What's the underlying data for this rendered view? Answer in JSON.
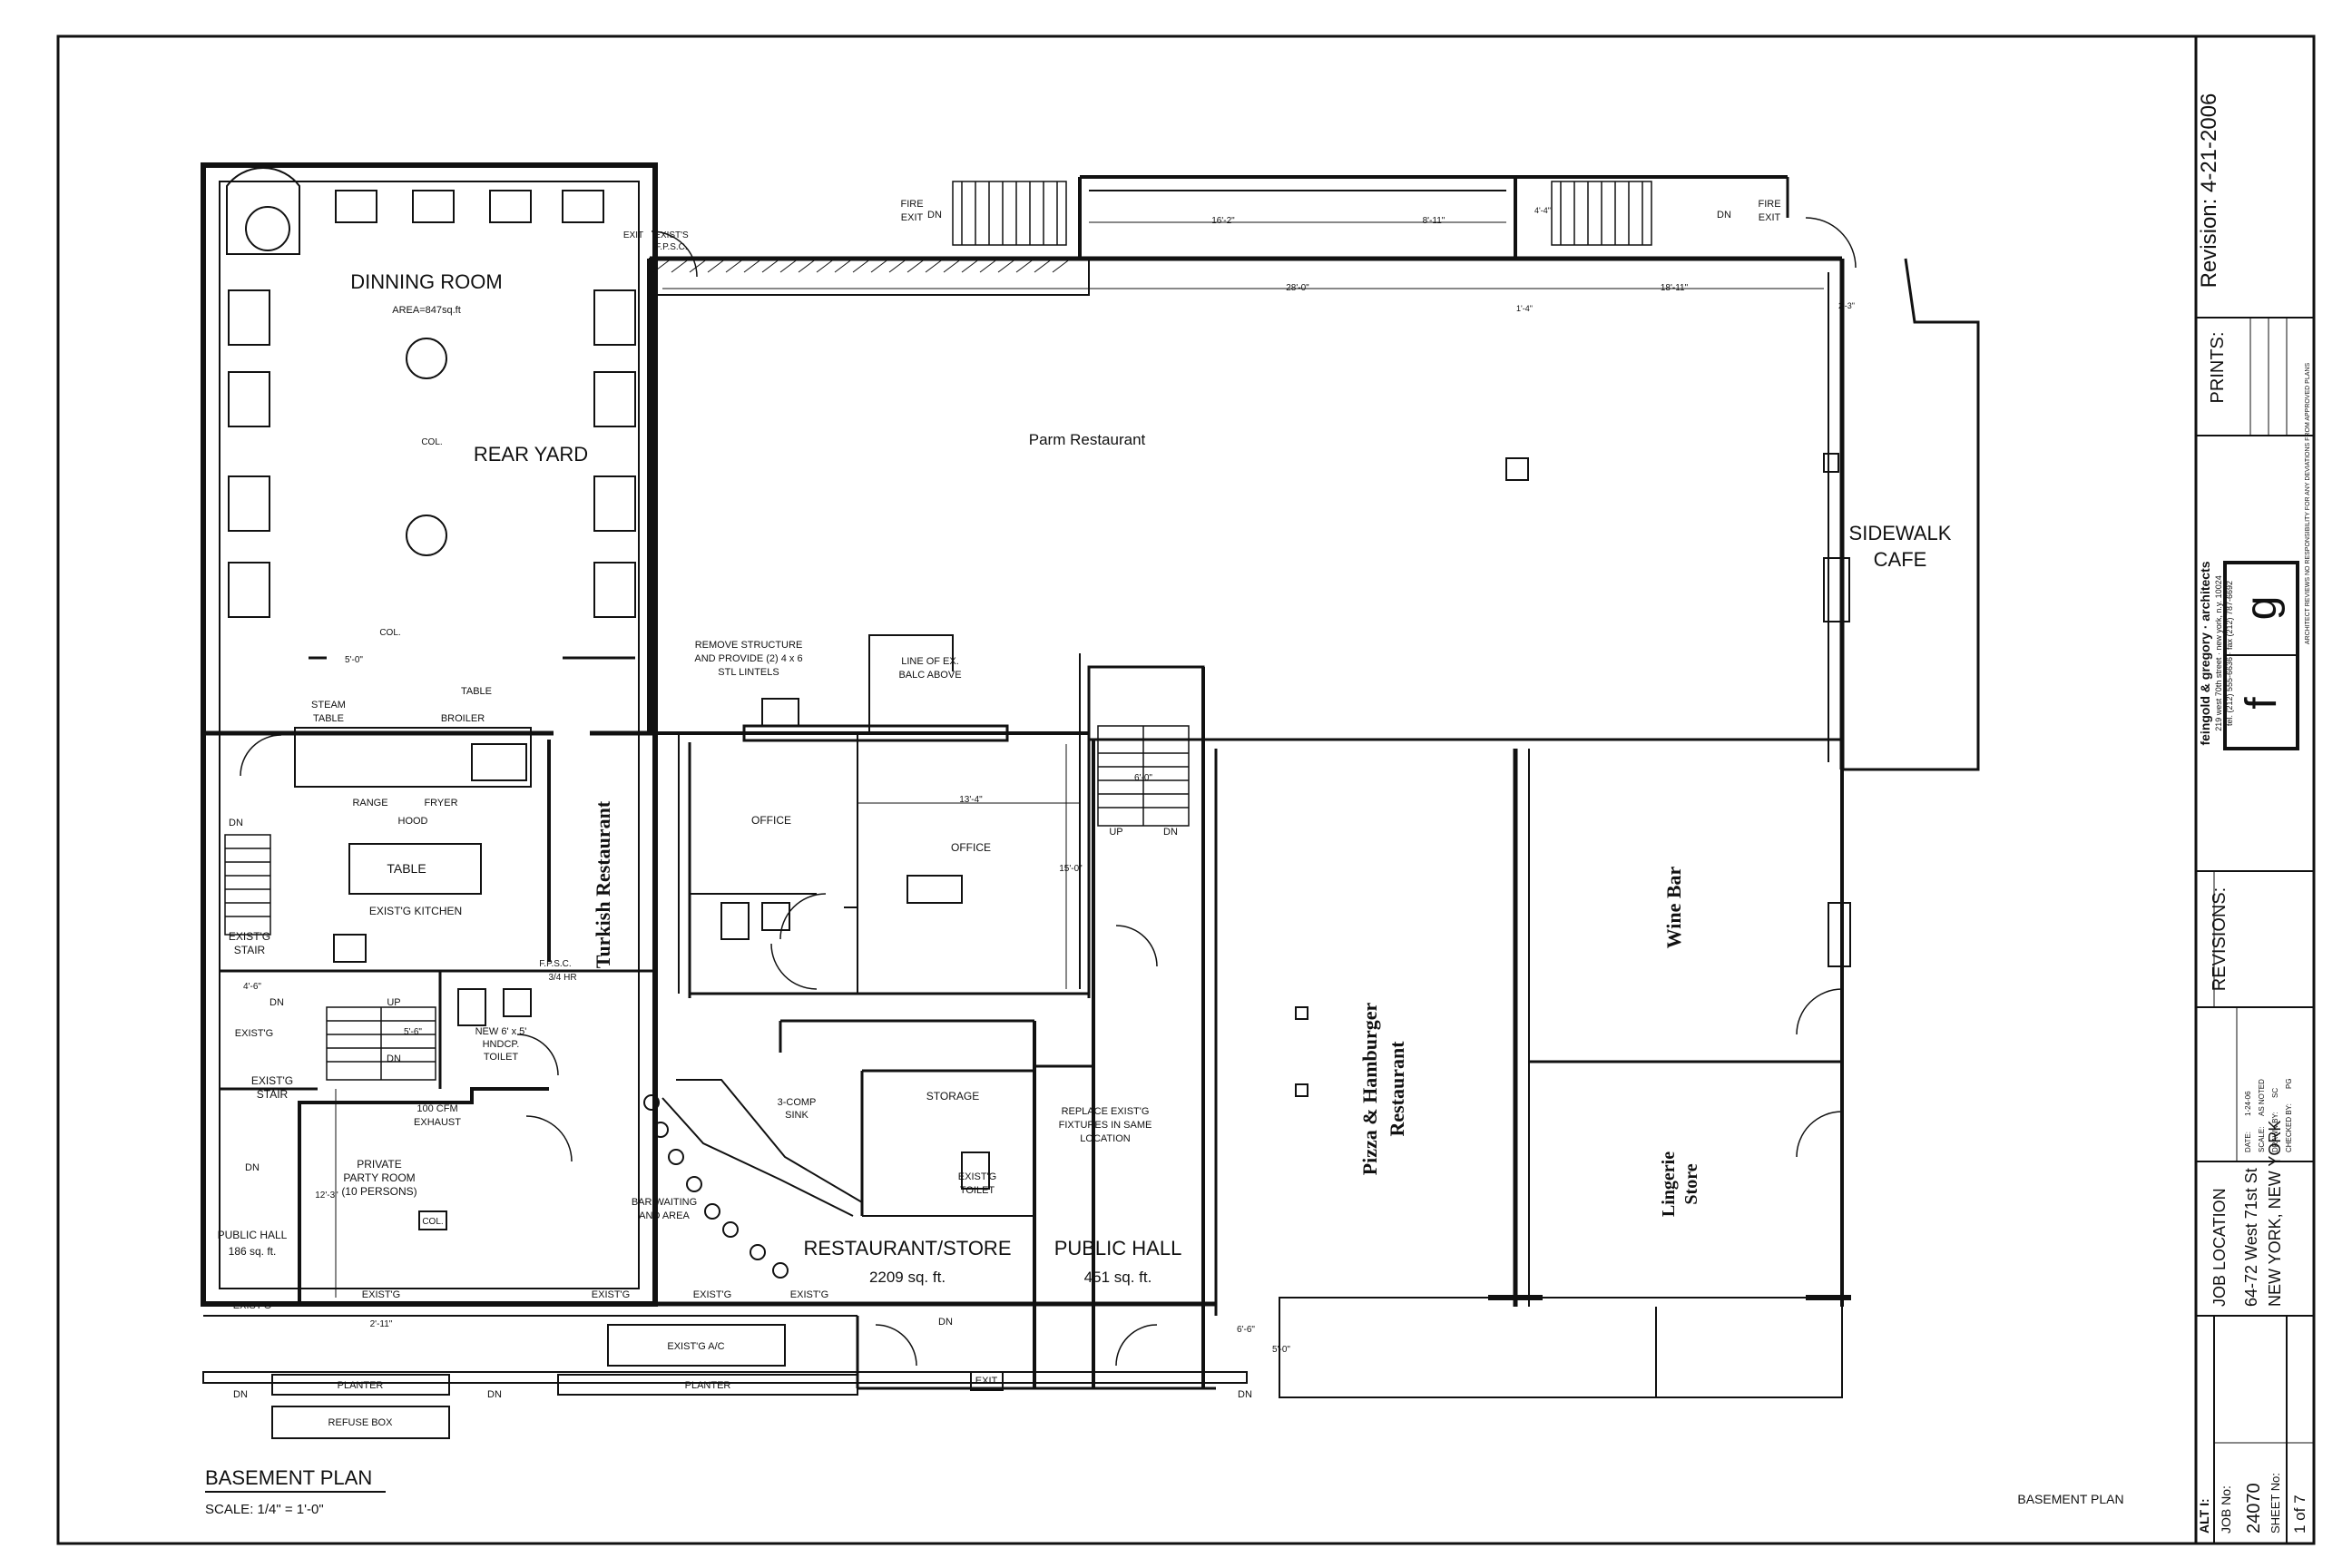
{
  "plan": {
    "rooms": {
      "dinning_room": "DINNING ROOM",
      "dinning_area": "AREA=847sq.ft",
      "rear_yard": "REAR YARD",
      "col_top": "COL.",
      "col_mid": "COL.",
      "col_party": "COL.",
      "turkish": "Turkish Restaurant",
      "parm": "Parm Restaurant",
      "sidewalk_1": "SIDEWALK",
      "sidewalk_2": "CAFE",
      "pizza_1": "Pizza & Hamburger",
      "pizza_2": "Restaurant",
      "wine_bar": "Wine Bar",
      "lingerie_1": "Lingerie",
      "lingerie_2": "Store",
      "office_1": "OFFICE",
      "office_2": "OFFICE",
      "restaurant_store": "RESTAURANT/STORE",
      "restaurant_store_area": "2209 sq. ft.",
      "public_hall": "PUBLIC HALL",
      "public_hall_area": "451 sq. ft.",
      "public_hall_small_1": "PUBLIC HALL",
      "public_hall_small_2": "186 sq. ft.",
      "private_party_1": "PRIVATE",
      "private_party_2": "PARTY ROOM",
      "private_party_3": "(10 PERSONS)",
      "storage": "STORAGE",
      "existg_kitchen": "EXIST'G KITCHEN",
      "existg_stair_1a": "EXIST'G",
      "existg_stair_1b": "STAIR",
      "existg_stair_2a": "EXIST'G",
      "existg_stair_2b": "STAIR",
      "existg_toilet_1": "EXIST'G",
      "existg_toilet_2": "TOILET",
      "bar_waiting_1": "BAR WAITING",
      "bar_waiting_2": "AND AREA"
    },
    "notes": {
      "remove_1": "REMOVE STRUCTURE",
      "remove_2": "AND PROVIDE (2) 4 x 6",
      "remove_3": "STL LINTELS",
      "line_ex_1": "LINE OF EX.",
      "line_ex_2": "BALC ABOVE",
      "steam_1": "STEAM",
      "steam_2": "TABLE",
      "broiler": "BROILER",
      "range": "RANGE",
      "fryer": "FRYER",
      "hood": "HOOD",
      "table_top": "TABLE",
      "table_kitchen": "TABLE",
      "new_toilet_1": "NEW 6' x 5'",
      "new_toilet_2": "HNDCP.",
      "new_toilet_3": "TOILET",
      "exhaust_1": "100 CFM",
      "exhaust_2": "EXHAUST",
      "sink_1": "3-COMP",
      "sink_2": "SINK",
      "replace_1": "REPLACE EXIST'G",
      "replace_2": "FIXTURES IN SAME",
      "replace_3": "LOCATION",
      "existg_ac": "EXIST'G A/C",
      "planter_1": "PLANTER",
      "planter_2": "PLANTER",
      "refuse_box": "REFUSE BOX",
      "fire_exit_l1": "FIRE",
      "fire_exit_l2": "EXIT",
      "fire_exit_r1": "FIRE",
      "fire_exit_r2": "EXIT",
      "exit_top": "EXIT",
      "exit_bottom": "EXIT",
      "existg_fpsc_1": "EXIST'S",
      "existg_fpsc_2": "F.P.S.C.",
      "fpsc_side_1": "F.P.S.C.",
      "fpsc_side_2": "3/4 HR",
      "existg_window": "EXIST'G",
      "dn": "DN",
      "up": "UP"
    },
    "dims": {
      "d1": "16'-2\"",
      "d2": "8'-11\"",
      "d3": "28'-0\"",
      "d4": "18'-11\"",
      "d5": "1'-4\"",
      "d6": "4'-4\"",
      "d7": "13'-4\"",
      "d8": "15'-0\"",
      "d9": "6'-0\"",
      "d10": "5'-0\"",
      "d11": "4'-6\"",
      "d12": "2'-11\"",
      "d13": "12'-3\"",
      "d14": "5'-6\"",
      "d15": "2'-3\"",
      "d16": "6'-6\"",
      "d17": "5'-0\""
    }
  },
  "drawing_title": {
    "title": "BASEMENT PLAN",
    "scale": "SCALE: 1/4\" = 1'-0\"",
    "bottom_label": "BASEMENT PLAN"
  },
  "title_block": {
    "revision": "Revision: 4-21-2006",
    "prints": "PRINTS:",
    "revisions": "REVISIONS:",
    "firm_name": "feingold & gregory · architects",
    "firm_address": "219 west 70th street · new york, n.y. 10024",
    "firm_phone": "tel. (212) 555-6636 · fax (212) 787-6692",
    "firm_notice": "ARCHITECT REVIEWS NO RESPONSIBILITY FOR ANY DEVIATIONS FROM APPROVED PLANS",
    "logo_f": "f",
    "logo_g": "g",
    "date_label": "DATE:",
    "date_value": "1-24-06",
    "scale_label": "SCALE:",
    "scale_value": "AS NOTED",
    "drawn_label": "DRAWN BY:",
    "drawn_value": "SC",
    "checked_label": "CHECKED BY:",
    "checked_value": "PG",
    "job_location_label": "JOB LOCATION",
    "job_location_1": "64-72 West 71st St",
    "job_location_2": "NEW YORK, NEW YORK",
    "job_no_label": "JOB No:",
    "job_no": "24070",
    "sheet_no_label": "SHEET No:",
    "sheet_no": "1 of 7",
    "alt_label": "ALT I:"
  }
}
